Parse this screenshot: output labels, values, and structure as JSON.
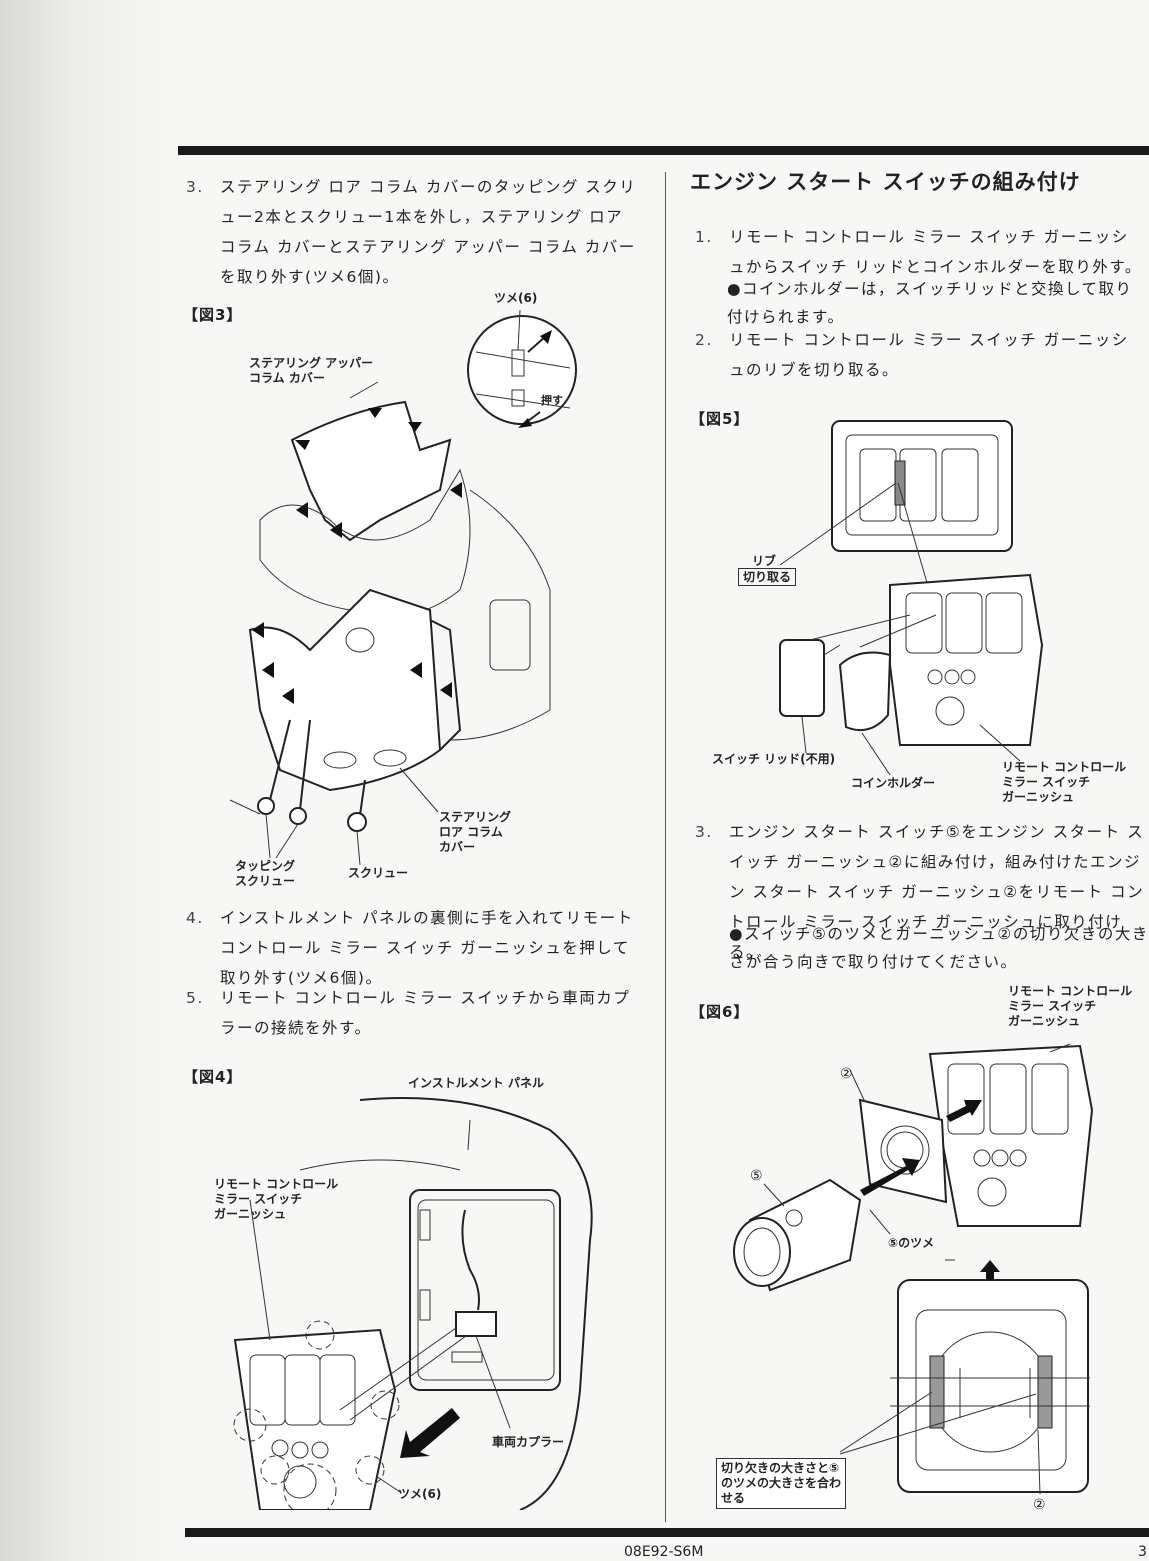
{
  "left": {
    "step3": {
      "num": "3.",
      "text": "ステアリング ロア コラム カバーのタッピング スクリュー2本とスクリュー1本を外し，ステアリング ロア コラム カバーとステアリング アッパー コラム カバーを取り外す(ツメ6個)。"
    },
    "fig3": {
      "label": "【図3】",
      "upper_cover": "ステアリング アッパー\nコラム カバー",
      "claw": "ツメ(6)",
      "push": "押す",
      "lower_cover": "ステアリング\nロア コラム\nカバー",
      "tapping_screw": "タッピング\nスクリュー",
      "screw": "スクリュー"
    },
    "step4": {
      "num": "4.",
      "text": "インストルメント パネルの裏側に手を入れてリモート コントロール ミラー スイッチ ガーニッシュを押して取り外す(ツメ6個)。"
    },
    "step5": {
      "num": "5.",
      "text": "リモート コントロール ミラー スイッチから車両カプラーの接続を外す。"
    },
    "fig4": {
      "label": "【図4】",
      "panel": "インストルメント パネル",
      "garnish": "リモート コントロール\nミラー スイッチ\nガーニッシュ",
      "coupler": "車両カプラー",
      "claw": "ツメ(6)"
    }
  },
  "right": {
    "title": "エンジン スタート スイッチの組み付け",
    "step1": {
      "num": "1.",
      "text": "リモート コントロール ミラー スイッチ ガーニッシュからスイッチ リッドとコインホルダーを取り外す。"
    },
    "note1": "●コインホルダーは，スイッチリッドと交換して取り付けられます。",
    "step2": {
      "num": "2.",
      "text": "リモート コントロール ミラー スイッチ ガーニッシュのリブを切り取る。"
    },
    "fig5": {
      "label": "【図5】",
      "rib": "リブ",
      "cut": "切り取る",
      "lid": "スイッチ リッド(不用)",
      "coin": "コインホルダー",
      "garnish": "リモート コントロール\nミラー スイッチ\nガーニッシュ"
    },
    "step3": {
      "num": "3.",
      "text": "エンジン スタート スイッチ⑤をエンジン スタート スイッチ ガーニッシュ②に組み付け，組み付けたエンジン スタート スイッチ ガーニッシュ②をリモート コントロール ミラー スイッチ ガーニッシュに取り付ける。"
    },
    "note3": "●スイッチ⑤のツメとガーニッシュ②の切り欠きの大きさが合う向きで取り付けてください。",
    "fig6": {
      "label": "【図6】",
      "garnish": "リモート コントロール\nミラー スイッチ\nガーニッシュ",
      "n2": "②",
      "n5": "⑤",
      "claw5": "⑤のツメ",
      "match": "切り欠きの大きさと⑤\nのツメの大きさを合わ\nせる",
      "n2b": "②"
    }
  },
  "footer": {
    "code": "08E92-S6M",
    "page": "3"
  }
}
